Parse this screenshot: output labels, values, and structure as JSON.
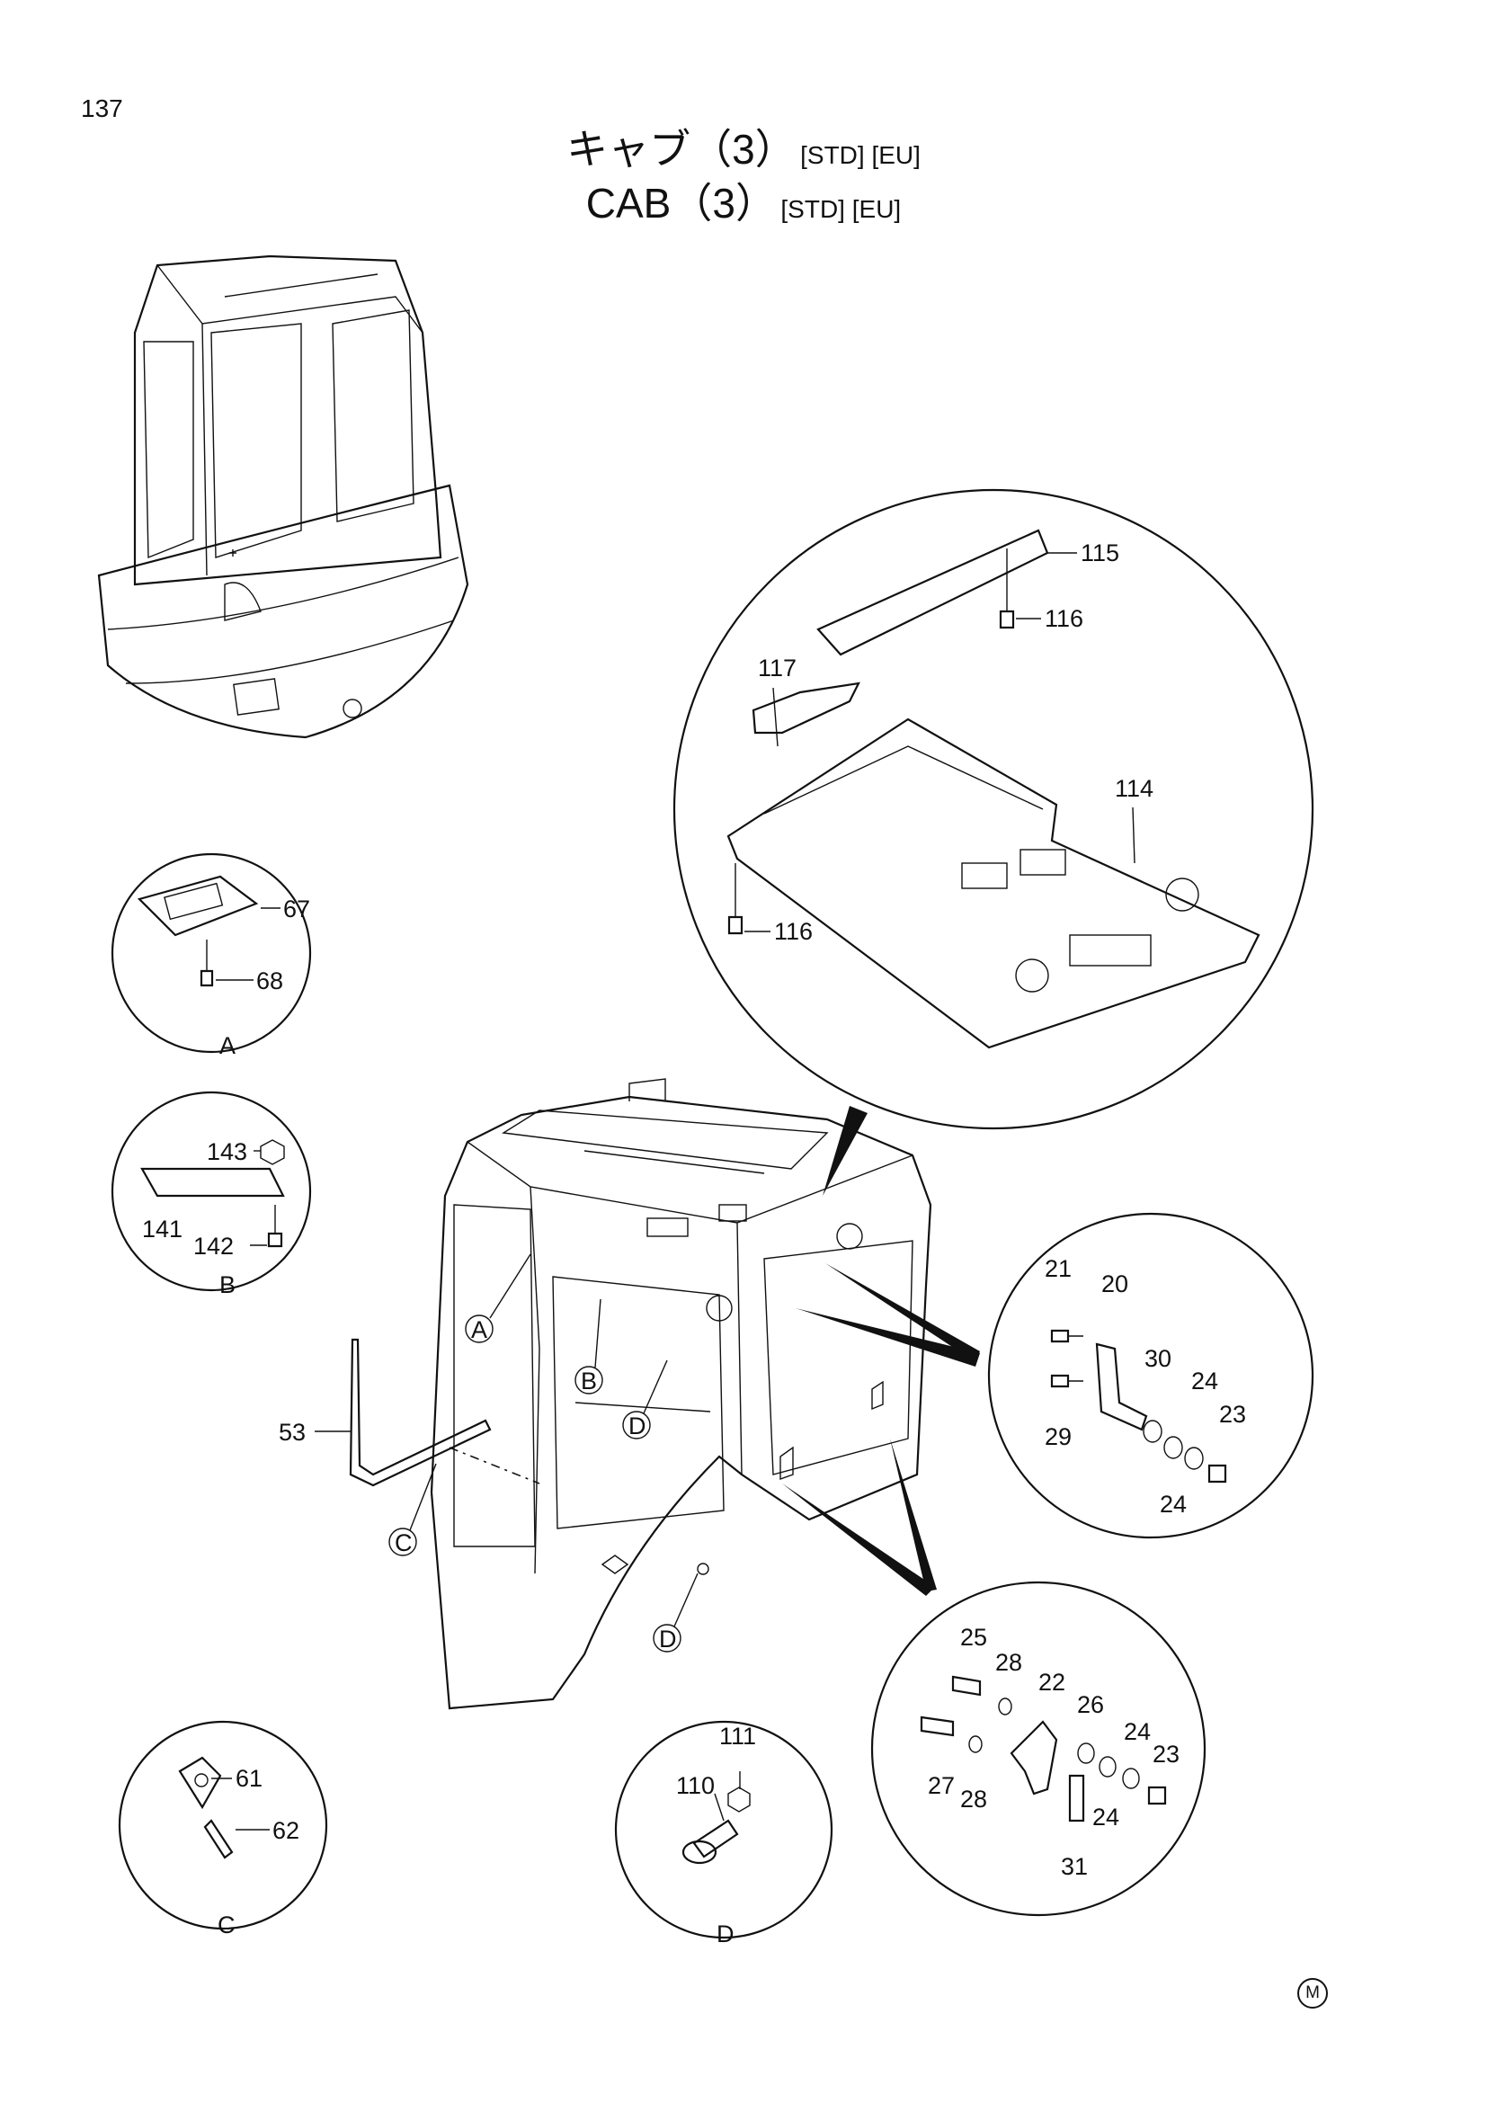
{
  "page": {
    "number": "137",
    "maker_mark": "M"
  },
  "title": {
    "jp_main": "キャブ（3）",
    "jp_tags": "[STD] [EU]",
    "en_main": "CAB（3）",
    "en_tags": "[STD] [EU]"
  },
  "detail_letters": {
    "a": "A",
    "b": "B",
    "c": "C",
    "d": "D"
  },
  "parts": {
    "p20": "20",
    "p21": "21",
    "p22": "22",
    "p23": "23",
    "p24": "24",
    "p25": "25",
    "p26": "26",
    "p27": "27",
    "p28": "28",
    "p29": "29",
    "p30": "30",
    "p31": "31",
    "p53": "53",
    "p61": "61",
    "p62": "62",
    "p67": "67",
    "p68": "68",
    "p110": "110",
    "p111": "111",
    "p114": "114",
    "p115": "115",
    "p116": "116",
    "p117": "117",
    "p141": "141",
    "p142": "142",
    "p143": "143"
  }
}
